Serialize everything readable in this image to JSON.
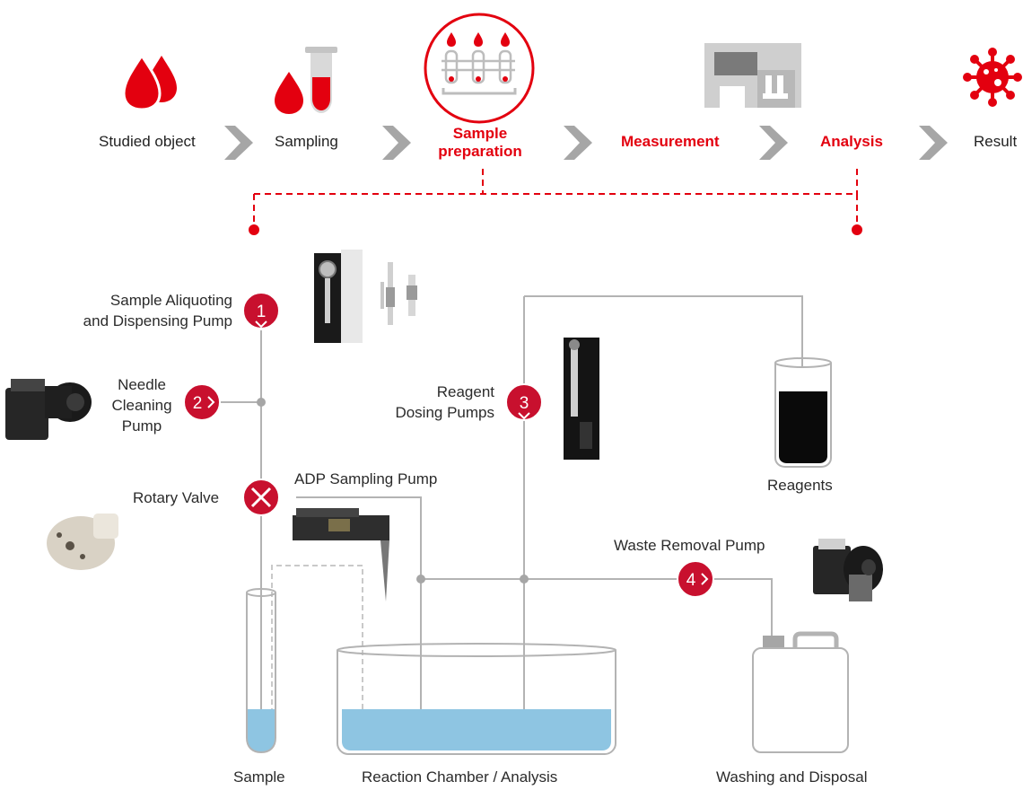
{
  "process_steps": [
    {
      "label": "Studied object",
      "highlighted": false
    },
    {
      "label": "Sampling",
      "highlighted": false
    },
    {
      "label": "Sample",
      "label2": "preparation",
      "highlighted": true
    },
    {
      "label": "Measurement",
      "highlighted": true
    },
    {
      "label": "Analysis",
      "highlighted": true
    },
    {
      "label": "Result",
      "highlighted": false
    }
  ],
  "components": {
    "pump1": {
      "number": "1",
      "line1": "Sample Aliquoting",
      "line2": "and Dispensing Pump"
    },
    "pump2": {
      "number": "2",
      "line1": "Needle",
      "line2": "Cleaning",
      "line3": "Pump"
    },
    "valve": {
      "label": "Rotary Valve"
    },
    "adp": {
      "label": "ADP Sampling Pump"
    },
    "pump3": {
      "number": "3",
      "line1": "Reagent",
      "line2": "Dosing Pumps"
    },
    "reagents": {
      "label": "Reagents"
    },
    "pump4": {
      "number": "4",
      "label": "Waste Removal Pump"
    }
  },
  "vessels": {
    "sample": "Sample",
    "chamber": "Reaction Chamber / Analysis",
    "waste": "Washing and Disposal"
  },
  "colors": {
    "accent_red": "#e3000f",
    "badge_red": "#c8102e",
    "line_gray": "#b3b3b3",
    "liquid_blue": "#8ec5e2",
    "reagent_black": "#0a0a0a",
    "chevron_gray": "#a6a6a6"
  }
}
